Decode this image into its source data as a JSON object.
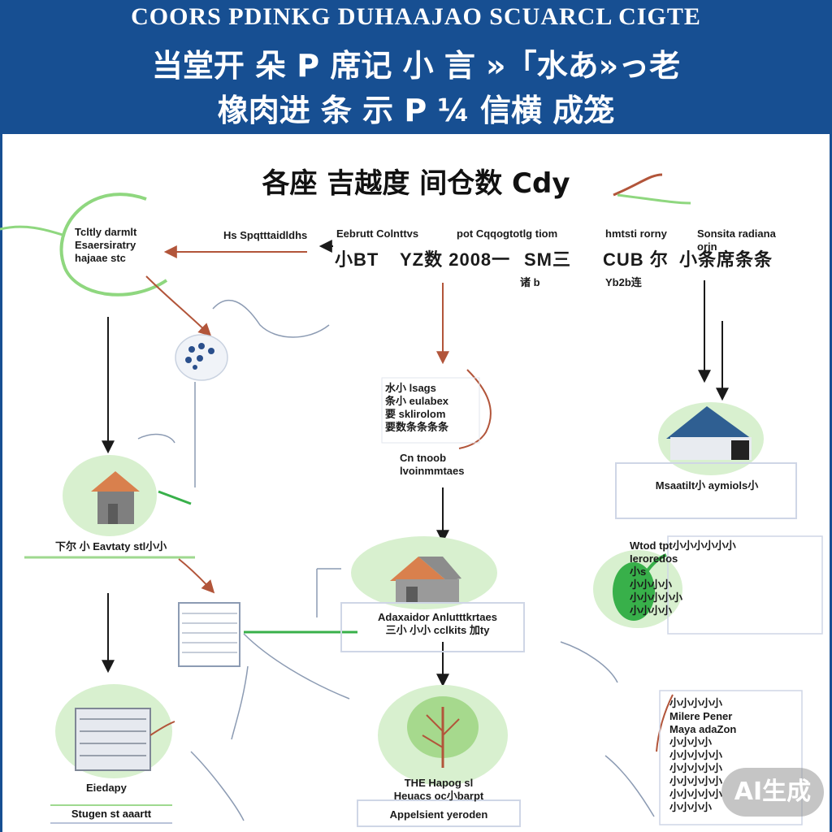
{
  "header": {
    "line1": "COORS PDINKG DUHAAJAO SCUARCL CIGTE",
    "line2": "当堂开 朵 P 席记 小 言 »「水あ»っ老",
    "line3": "橡肉进 条 示 P ¼ 信横 成笼"
  },
  "diagram": {
    "title": "各座 吉越度 间仓数 Cdy",
    "nodes": {
      "top_left_note": "Tcltly darmlt\nEsaersiratry\nhajaae stc",
      "top_caption_1": "Hs Spqtttaidldhs",
      "top_caption_2": "Eebrutt Colnttvs",
      "top_caption_3": "pot Cqqogtotlg tiom",
      "top_caption_4": "hmtsti rorny",
      "top_caption_5": "Sonsita radiana\norjn",
      "code_1": "小BT",
      "code_2": "YZ数 2008一",
      "code_3": "SM三",
      "code_4": "CUB 尔",
      "code_5": "小条席条条",
      "sub_1": "诸 b",
      "sub_2": "Yb2b连",
      "center_note": "水小 lsags\n条小 eulabex\n要 sklirolom\n要数条条条条",
      "center_note_2": "Cn tnoob\nlvoinmmtaes",
      "house_left_label": "下尔 小 Eavtaty stl小小",
      "house_right_label": "Msaatilt小 aymiols小",
      "house_center_label": "Adaxaidor Anlutttkrtaes\n三小 小小 cclkits 加ty",
      "tree_right_note": "Wtod tpt小小小小小小\nIeroredos\n小s\n小小小小\n小小小小小\n小小小小",
      "window_label": "Eiedapy",
      "window_caption": "Stugen st aaartt",
      "tree_caption": "THE Hapog sl\nHeuacs oc小barpt",
      "tree_box_label": "Appelsient yeroden",
      "bottom_right_note": "小小小小小\nMilere Pener\nMaya adaZon\n小小小小\n小小小小小\n小小小小小\n小小小小小\n小小小小小\n小小小小"
    }
  },
  "colors": {
    "header_bg": "#174f92",
    "accent_green": "#8fd77f",
    "arrow_dark": "#1a1a1a",
    "arrow_red": "#b2553a",
    "roof_orange": "#d9804d",
    "roof_blue": "#2f5f92",
    "wall_grey": "#7f7f7f",
    "tree_green": "#38b04a",
    "frame_border": "#cfd6e6"
  },
  "watermark": {
    "text": "AI生成"
  }
}
